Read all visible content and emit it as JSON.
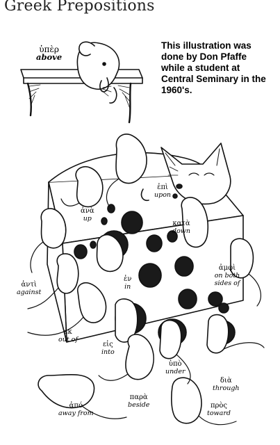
{
  "title": "Greek Prepositions",
  "note": "This illustration was done by Don Pfaffe while a student at Central Seminary in the 1960's.",
  "labels": [
    {
      "greek": "ὑπὲρ",
      "english": "above"
    },
    {
      "greek": "ἐπὶ",
      "english": "upon"
    },
    {
      "greek": "ἀνὰ",
      "english": "up"
    },
    {
      "greek": "κατὰ",
      "english": "down"
    },
    {
      "greek": "ἀντὶ",
      "english": "against"
    },
    {
      "greek": "ἐν",
      "english": "in"
    },
    {
      "greek": "ἀμφὶ",
      "english": "on both sides of"
    },
    {
      "greek": "ἐκ",
      "english": "out of"
    },
    {
      "greek": "εἰς",
      "english": "into"
    },
    {
      "greek": "ὑπὸ",
      "english": "under"
    },
    {
      "greek": "διὰ",
      "english": "through"
    },
    {
      "greek": "ἀπό",
      "english": "away from"
    },
    {
      "greek": "παρὰ",
      "english": "beside"
    },
    {
      "greek": "πρὸς",
      "english": "toward"
    }
  ]
}
